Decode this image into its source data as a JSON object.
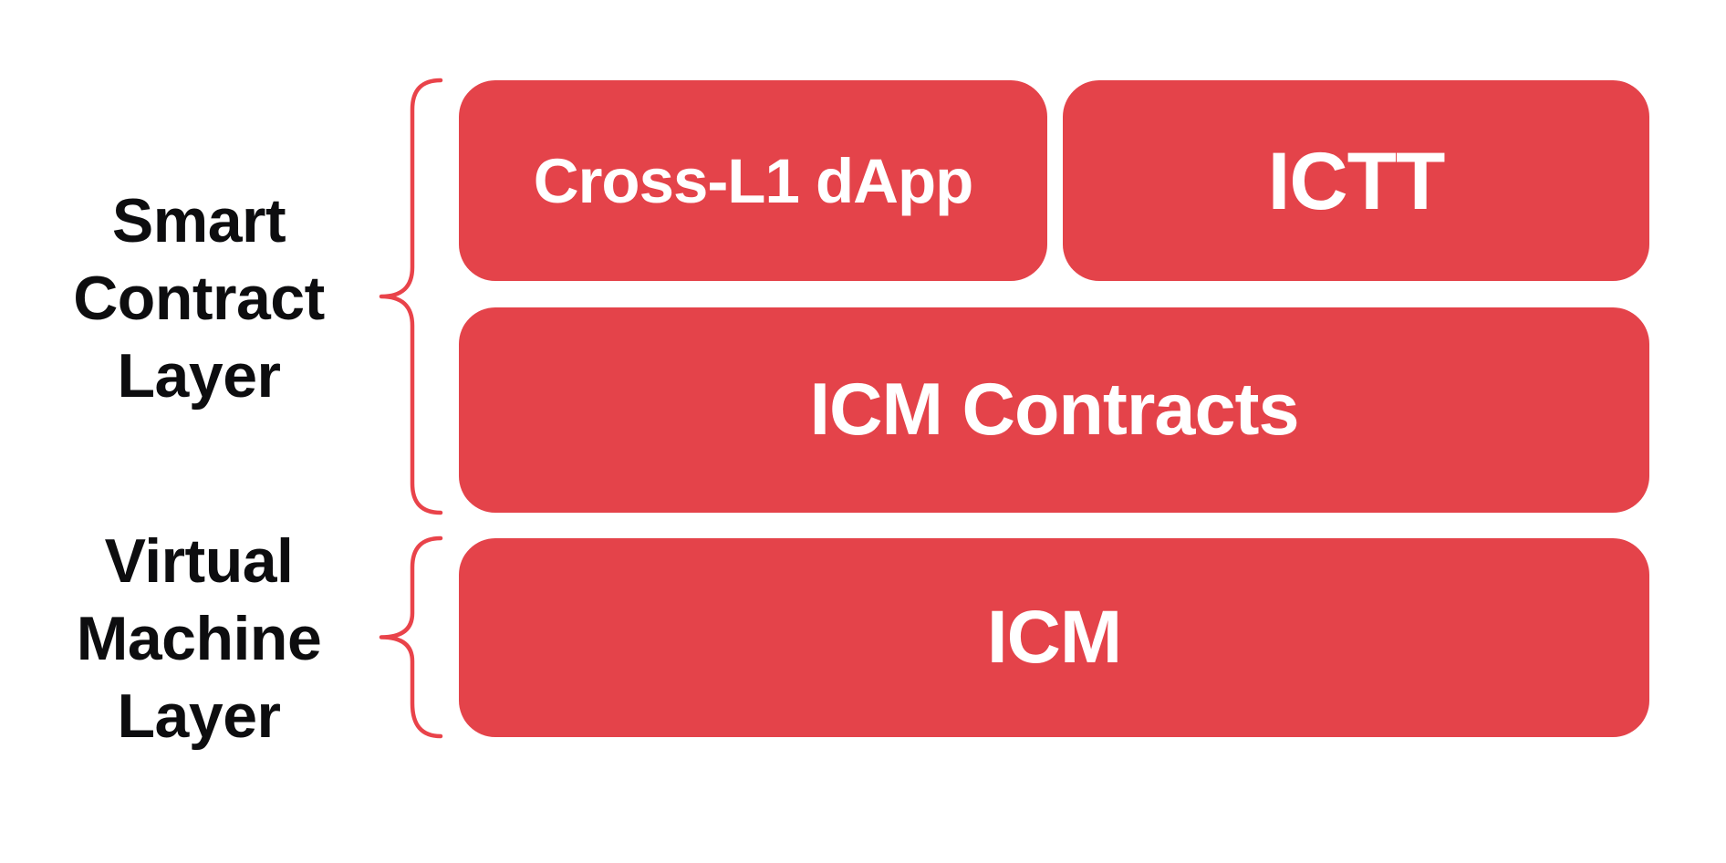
{
  "layers": {
    "smart_contract": {
      "label_line1": "Smart",
      "label_line2": "Contract",
      "label_line3": "Layer"
    },
    "virtual_machine": {
      "label_line1": "Virtual",
      "label_line2": "Machine",
      "label_line3": "Layer"
    }
  },
  "boxes": {
    "cross_l1_dapp": "Cross-L1 dApp",
    "ictt": "ICTT",
    "icm_contracts": "ICM Contracts",
    "icm": "ICM"
  },
  "colors": {
    "box-red": "#E4434A",
    "brace-red": "#E9434A",
    "label-black": "#0D0D0F",
    "box-text": "#FFFFFF",
    "bg": "#FFFFFF"
  }
}
